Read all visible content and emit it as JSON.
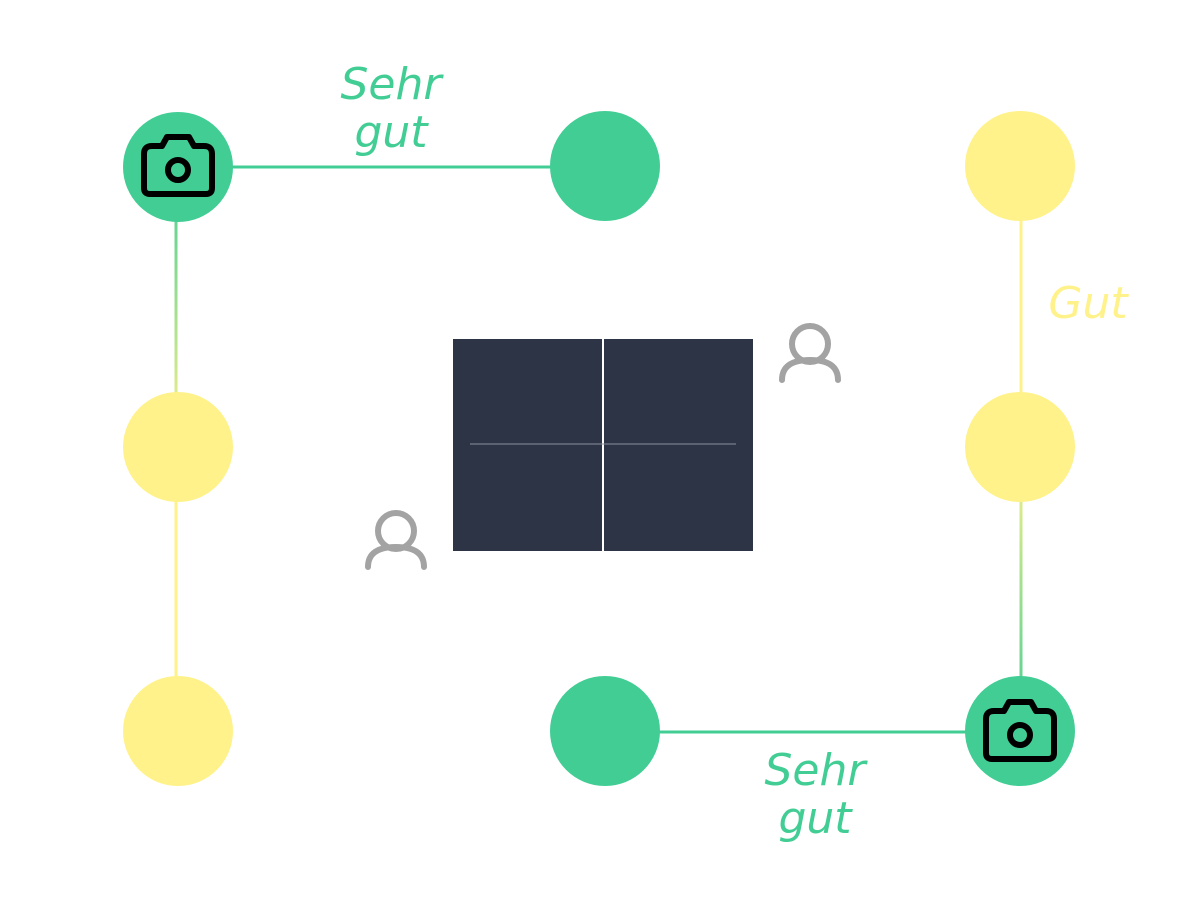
{
  "colors": {
    "very_good": "#42cd94",
    "good": "#fff28a",
    "screen": "#2c3446",
    "person": "#a3a3a3",
    "camera_stroke": "#000000",
    "background": "#ffffff"
  },
  "labels": {
    "top_quality_line1": "Sehr",
    "top_quality_line2": "gut",
    "right_quality": "Gut",
    "bottom_quality_line1": "Sehr",
    "bottom_quality_line2": "gut"
  },
  "icons": {
    "camera": "camera-icon",
    "person": "person-icon"
  },
  "nodes": [
    {
      "name": "node-top-left",
      "quality": "very_good",
      "icon": "camera-icon"
    },
    {
      "name": "node-top-center",
      "quality": "very_good",
      "icon": ""
    },
    {
      "name": "node-top-right",
      "quality": "good",
      "icon": ""
    },
    {
      "name": "node-middle-left",
      "quality": "good",
      "icon": ""
    },
    {
      "name": "node-middle-right",
      "quality": "good",
      "icon": ""
    },
    {
      "name": "node-bottom-left",
      "quality": "good",
      "icon": ""
    },
    {
      "name": "node-bottom-center",
      "quality": "very_good",
      "icon": ""
    },
    {
      "name": "node-bottom-right",
      "quality": "very_good",
      "icon": "camera-icon"
    }
  ]
}
